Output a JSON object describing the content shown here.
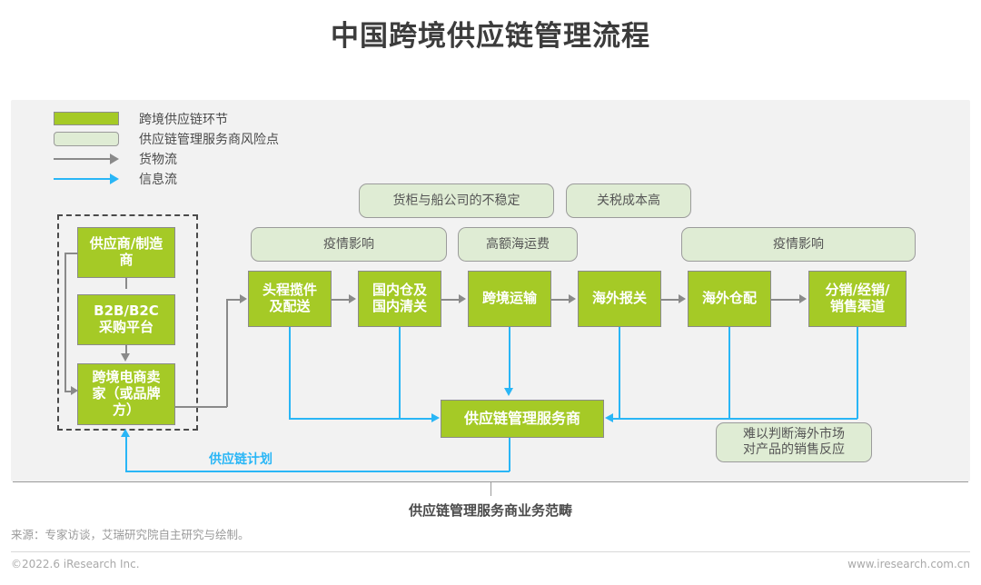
{
  "page_title": "中国跨境供应链管理流程",
  "colors": {
    "node_green": "#a5ca26",
    "risk_light_green": "#dfecd4",
    "goods_flow_gray": "#8a8a8a",
    "info_flow_blue": "#29b6f6",
    "canvas_bg": "#f2f2f2",
    "title_text": "#3c3c3c"
  },
  "legend": {
    "items": [
      {
        "type": "swatch-green",
        "label": "跨境供应链环节"
      },
      {
        "type": "swatch-light",
        "label": "供应链管理服务商风险点"
      },
      {
        "type": "arrow-gray",
        "label": "货物流"
      },
      {
        "type": "arrow-blue",
        "label": "信息流"
      }
    ]
  },
  "upstream_group": {
    "nodes": [
      {
        "label": "供应商/制造\n商"
      },
      {
        "label": "B2B/B2C\n采购平台"
      },
      {
        "label": "跨境电商卖\n家（或品牌\n方）"
      }
    ]
  },
  "chain_nodes": [
    {
      "label": "头程揽件\n及配送"
    },
    {
      "label": "国内仓及\n国内清关"
    },
    {
      "label": "跨境运输"
    },
    {
      "label": "海外报关"
    },
    {
      "label": "海外仓配"
    },
    {
      "label": "分销/经销/\n销售渠道"
    }
  ],
  "service_provider": {
    "label": "供应链管理服务商"
  },
  "risk_boxes": {
    "top_row": [
      {
        "label": "货柜与船公司的不稳定"
      },
      {
        "label": "关税成本高"
      }
    ],
    "second_row": [
      {
        "label": "疫情影响"
      },
      {
        "label": "高额海运费"
      },
      {
        "label": "疫情影响"
      }
    ],
    "bottom_right": {
      "label": "难以判断海外市场\n对产品的销售反应"
    }
  },
  "annotations": {
    "supply_chain_plan": "供应链计划"
  },
  "scope_caption": "供应链管理服务商业务范畴",
  "source_note": "来源：专家访谈，艾瑞研究院自主研究与绘制。",
  "footer": {
    "left": "©2022.6 iResearch Inc.",
    "right": "www.iresearch.com.cn"
  }
}
